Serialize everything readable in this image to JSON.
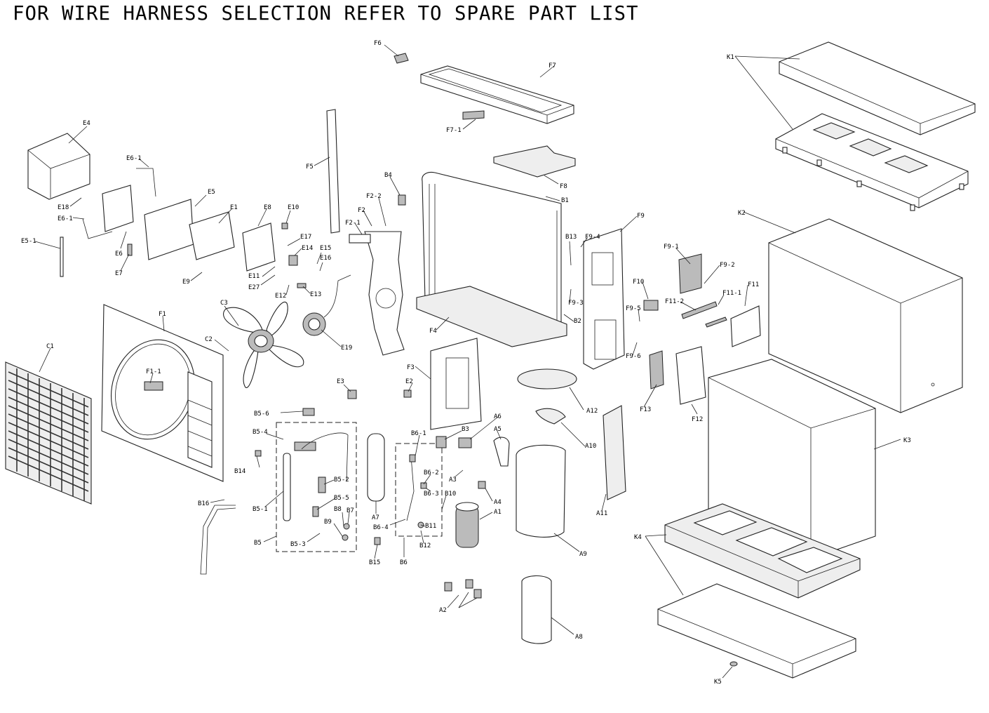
{
  "title": "FOR WIRE HARNESS SELECTION REFER TO SPARE PART LIST",
  "labels": {
    "F6": "F6",
    "F7": "F7",
    "F7-1": "F7-1",
    "F8": "F8",
    "F5": "F5",
    "B4": "B4",
    "B1": "B1",
    "F2-2": "F2-2",
    "F2": "F2",
    "F2-1": "F2-1",
    "E4": "E4",
    "E6-1a": "E6-1",
    "E18": "E18",
    "E6-1b": "E6-1",
    "E5": "E5",
    "E1": "E1",
    "E6": "E6",
    "E7": "E7",
    "E5-1": "E5-1",
    "E8": "E8",
    "E10": "E10",
    "E17": "E17",
    "E14": "E14",
    "E15": "E15",
    "E16": "E16",
    "E11": "E11",
    "E27": "E27",
    "E12": "E12",
    "E13": "E13",
    "E9": "E9",
    "C3": "C3",
    "C2": "C2",
    "F1": "F1",
    "F1-1": "F1-1",
    "C1": "C1",
    "E19": "E19",
    "F4": "F4",
    "B13": "B13",
    "F9-4": "F9-4",
    "F9": "F9",
    "F9-3": "F9-3",
    "B2": "B2",
    "F10": "F10",
    "F9-5": "F9-5",
    "F9-6": "F9-6",
    "F9-1": "F9-1",
    "F9-2": "F9-2",
    "F11-1": "F11-1",
    "F11-2": "F11-2",
    "F11": "F11",
    "F12": "F12",
    "F13": "F13",
    "K1": "K1",
    "K2": "K2",
    "K3": "K3",
    "K4": "K4",
    "K5": "K5",
    "F3": "F3",
    "E3": "E3",
    "E2": "E2",
    "A12": "A12",
    "A10": "A10",
    "A11": "A11",
    "A6": "A6",
    "A5": "A5",
    "B3": "B3",
    "B6-1": "B6-1",
    "A3": "A3",
    "A4": "A4",
    "A1": "A1",
    "A9": "A9",
    "A8": "A8",
    "A2": "A2",
    "A7": "A7",
    "B5-6": "B5-6",
    "B5-4": "B5-4",
    "B14": "B14",
    "B5-2": "B5-2",
    "B5-1": "B5-1",
    "B5-5": "B5-5",
    "B8": "B8",
    "B7": "B7",
    "B9": "B9",
    "B5": "B5",
    "B5-3": "B5-3",
    "B16": "B16",
    "B6-2": "B6-2",
    "B6-3": "B6-3",
    "B10": "B10",
    "B6-4": "B6-4",
    "B11": "B11",
    "B12": "B12",
    "B15": "B15",
    "B6": "B6"
  }
}
